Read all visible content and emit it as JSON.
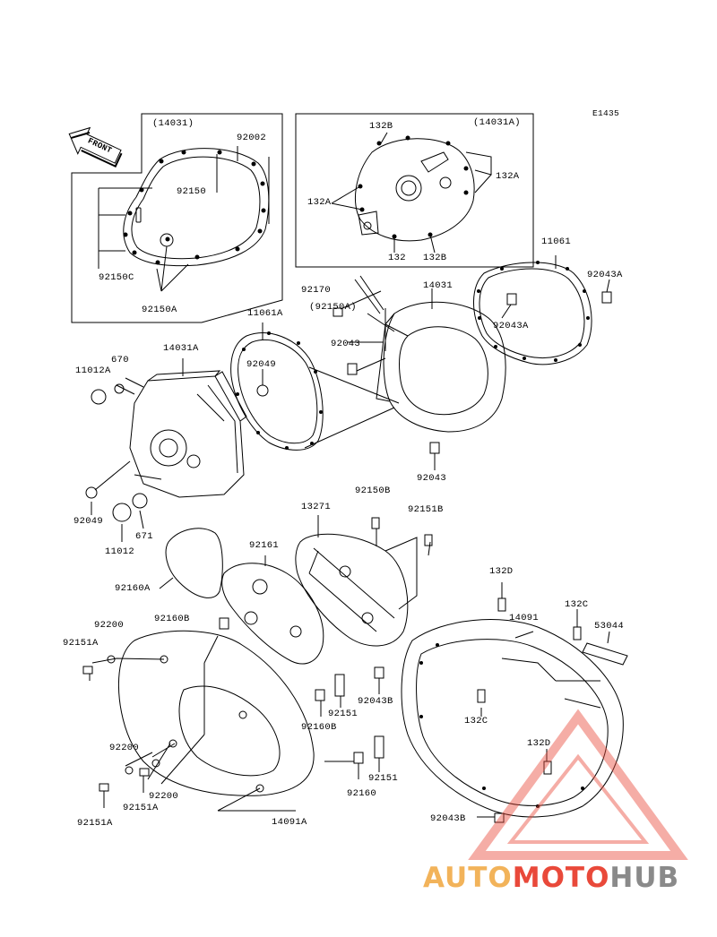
{
  "diagram": {
    "code": "E1435",
    "front_label": "FRONT",
    "labels": {
      "p14031_box": "(14031)",
      "p92002": "92002",
      "p92150": "92150",
      "p92150C": "92150C",
      "p92150A": "92150A",
      "p14031A_box": "(14031A)",
      "p132B_top": "132B",
      "p132A_right": "132A",
      "p132A_left": "132A",
      "p132": "132",
      "p132B_bot": "132B",
      "p11061": "11061",
      "p92043A_1": "92043A",
      "p92043A_2": "92043A",
      "p14031": "14031",
      "p92170": "92170",
      "p92150A_paren": "(92150A)",
      "p92043_1": "92043",
      "p11061A": "11061A",
      "p92049_1": "92049",
      "p14031A": "14031A",
      "p670": "670",
      "p11012A": "11012A",
      "p92043_2": "92043",
      "p92049_2": "92049",
      "p671": "671",
      "p11012": "11012",
      "p13271": "13271",
      "p92150B": "92150B",
      "p92151B": "92151B",
      "p92161": "92161",
      "p92160A": "92160A",
      "p132D_1": "132D",
      "p14091": "14091",
      "p132C_1": "132C",
      "p53044": "53044",
      "p92200_1": "92200",
      "p92160B_1": "92160B",
      "p92151A_1": "92151A",
      "p92151_1": "92151",
      "p92043B_1": "92043B",
      "p92160B_2": "92160B",
      "p132C_2": "132C",
      "p132D_2": "132D",
      "p92200_2": "92200",
      "p92151_2": "92151",
      "p92160": "92160",
      "p92200_3": "92200",
      "p92151A_2": "92151A",
      "p92151A_3": "92151A",
      "p14091A": "14091A",
      "p92043B_2": "92043B"
    }
  },
  "watermark": {
    "part1": "AUTO",
    "part2": "MOTO",
    "part3": "HUB"
  },
  "colors": {
    "line": "#000000",
    "watermark_red": "#e9493a",
    "watermark_orange": "#f2b35a",
    "watermark_gray": "#8a8a8a"
  }
}
